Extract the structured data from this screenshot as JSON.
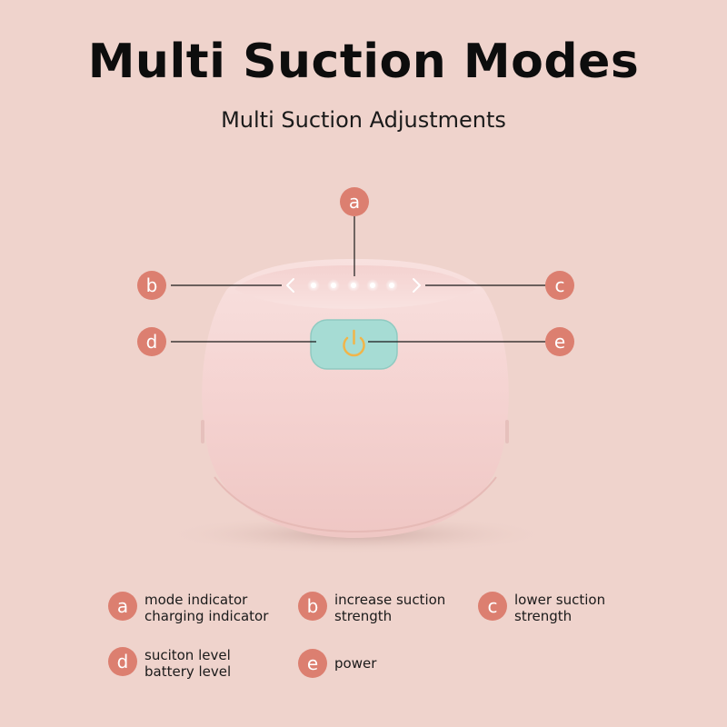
{
  "header": {
    "title": "Multi Suction Modes",
    "subtitle": "Multi Suction Adjustments"
  },
  "callouts": {
    "a": "a",
    "b": "b",
    "c": "c",
    "d": "d",
    "e": "e"
  },
  "legend": {
    "a": {
      "badge": "a",
      "line1": "mode indicator",
      "line2": "charging indicator"
    },
    "b": {
      "badge": "b",
      "line1": "increase suction",
      "line2": "strength"
    },
    "c": {
      "badge": "c",
      "line1": "lower suction",
      "line2": "strength"
    },
    "d": {
      "badge": "d",
      "line1": "suciton level",
      "line2": "battery level"
    },
    "e": {
      "badge": "e",
      "line1": "power"
    }
  },
  "colors": {
    "background": "#efd3cc",
    "badge": "#dc7f70",
    "device": "#f6d6d4",
    "power_button": "#a6dcd4",
    "power_icon": "#f1b549"
  },
  "icons": {
    "power": "power-icon",
    "increase": "chevron-left-icon",
    "decrease": "chevron-right-icon"
  }
}
